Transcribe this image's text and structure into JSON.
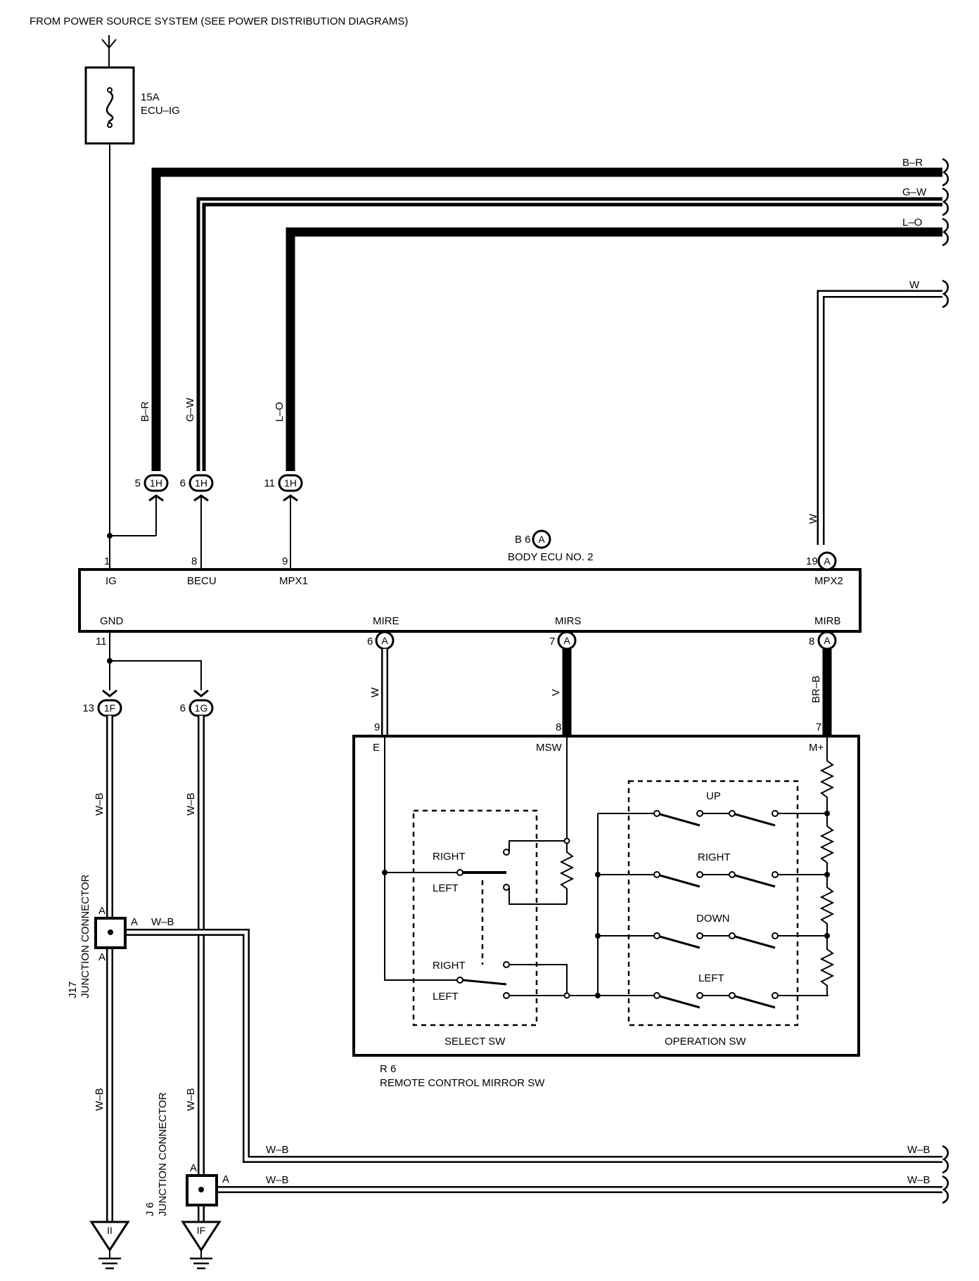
{
  "header": "FROM POWER SOURCE SYSTEM (SEE POWER DISTRIBUTION DIAGRAMS)",
  "fuse": {
    "rating": "15A",
    "name": "ECU–IG"
  },
  "ecu": {
    "code": "B 6",
    "connector": "A",
    "name": "BODY ECU NO. 2",
    "top_pins": [
      {
        "num": "1",
        "label": "IG"
      },
      {
        "num": "8",
        "label": "BECU"
      },
      {
        "num": "9",
        "label": "MPX1"
      },
      {
        "num": "19",
        "label": "MPX2"
      }
    ],
    "bottom_pins": [
      {
        "num": "11",
        "label": "GND"
      },
      {
        "num": "6",
        "label": "MIRE"
      },
      {
        "num": "7",
        "label": "MIRS"
      },
      {
        "num": "8",
        "label": "MIRB"
      }
    ]
  },
  "junction_1h": [
    {
      "pin": "5",
      "conn": "1H"
    },
    {
      "pin": "6",
      "conn": "1H"
    },
    {
      "pin": "11",
      "conn": "1H"
    }
  ],
  "junction_1f": {
    "pin": "13",
    "conn": "1F"
  },
  "junction_1g": {
    "pin": "6",
    "conn": "1G"
  },
  "wires": {
    "br": "B–R",
    "gw": "G–W",
    "lo": "L–O",
    "w": "W",
    "v": "V",
    "brb": "BR–B",
    "wb": "W–B"
  },
  "mirror_switch": {
    "code": "R 6",
    "name": "REMOTE CONTROL MIRROR SW",
    "pins": [
      {
        "num": "9",
        "label": "E"
      },
      {
        "num": "8",
        "label": "MSW"
      },
      {
        "num": "7",
        "label": "M+"
      }
    ],
    "select_sw": {
      "title": "SELECT SW",
      "right": "RIGHT",
      "left": "LEFT"
    },
    "operation_sw": {
      "title": "OPERATION SW",
      "up": "UP",
      "right": "RIGHT",
      "down": "DOWN",
      "left": "LEFT"
    }
  },
  "j17": {
    "code": "J17",
    "name": "JUNCTION CONNECTOR",
    "pin": "A"
  },
  "j6": {
    "code": "J 6",
    "name": "JUNCTION CONNECTOR",
    "pin": "A"
  },
  "grounds": [
    "II",
    "IF"
  ]
}
